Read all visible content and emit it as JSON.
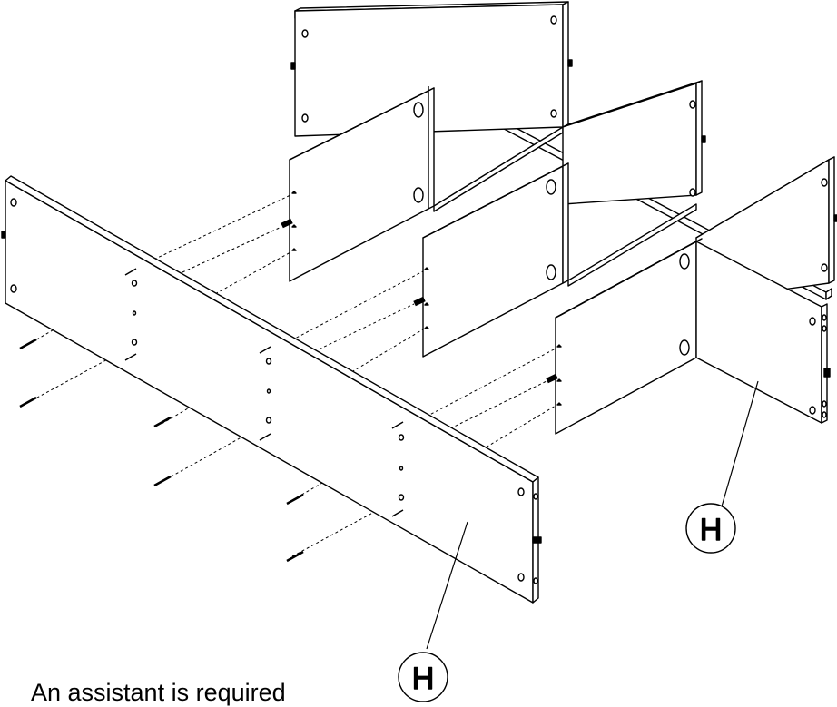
{
  "part_labels": [
    {
      "id": "part-h-right",
      "letter": "H"
    },
    {
      "id": "part-h-front",
      "letter": "H"
    }
  ],
  "note": "An assistant is required",
  "colors": {
    "line": "#000000",
    "panel": "#ffffff"
  },
  "icons": [
    "screw-icon",
    "dowel-icon",
    "hole-icon"
  ]
}
